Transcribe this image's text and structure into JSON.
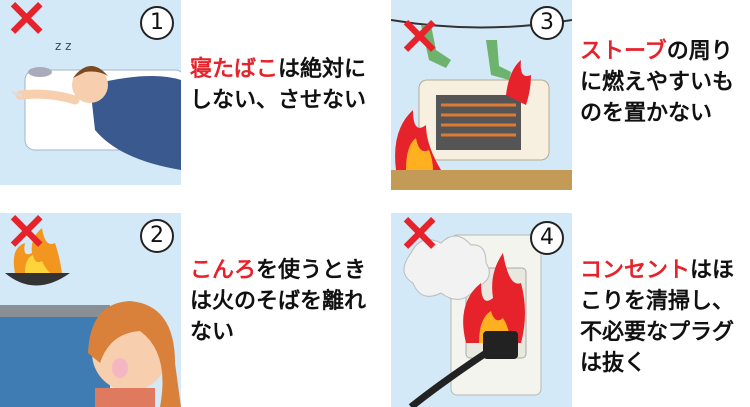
{
  "cards": [
    {
      "number": "1",
      "highlight": "寝たばこ",
      "rest": "は絶対にしない、させない",
      "mark": "×"
    },
    {
      "number": "2",
      "highlight": "こんろ",
      "rest": "を使うときは火のそばを離れない",
      "mark": "×"
    },
    {
      "number": "3",
      "highlight": "ストーブ",
      "rest": "の周りに燃えやすいものを置かない",
      "mark": "×"
    },
    {
      "number": "4",
      "highlight": "コンセント",
      "rest": "はほこりを清掃し、不必要なプラグは抜く",
      "mark": "×"
    }
  ],
  "colors": {
    "accent": "#e6222b",
    "panel_bg": "#d4e9f7",
    "text": "#111111"
  }
}
